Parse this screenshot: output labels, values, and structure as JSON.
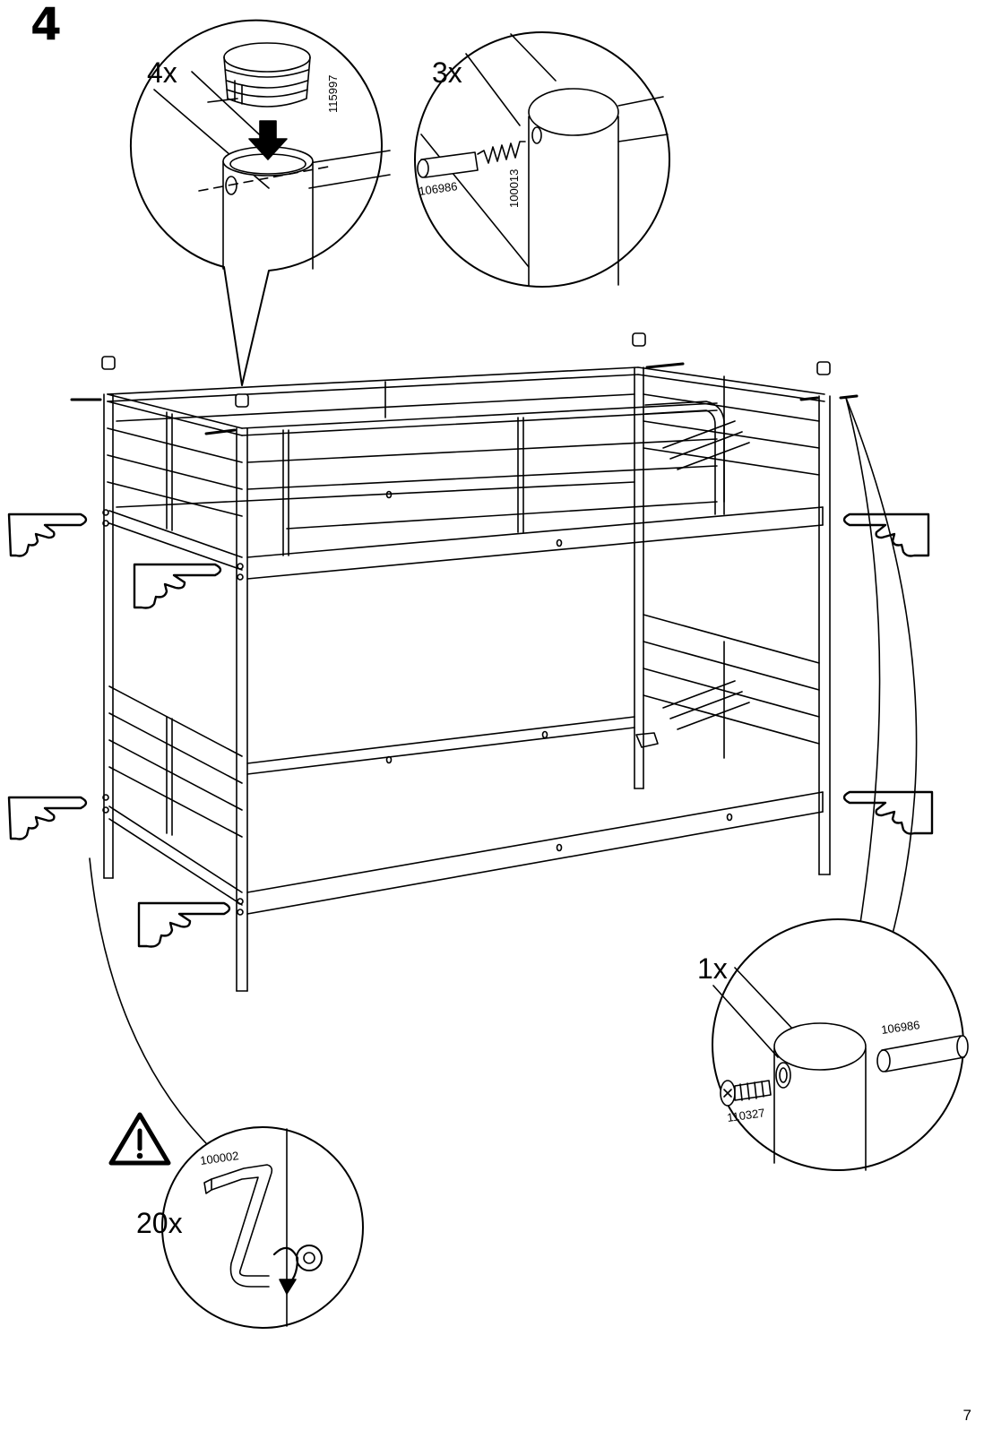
{
  "step": {
    "number": "4"
  },
  "page": {
    "number": "7"
  },
  "callouts": {
    "cap_insert": {
      "quantity": "4x",
      "part_number": "115997"
    },
    "pin_connector": {
      "quantity": "3x",
      "dowel_part": "106986",
      "bolt_part": "100013"
    },
    "single_connector": {
      "quantity": "1x",
      "dowel_part": "106986",
      "screw_part": "110327"
    },
    "tighten": {
      "quantity": "20x",
      "tool_part": "100002",
      "warning_icon": "warning-triangle-icon"
    }
  },
  "icons": [
    "pointing-hand-icon",
    "warning-triangle-icon",
    "down-arrow-icon",
    "allen-key-icon"
  ],
  "colors": {
    "ink": "#000000",
    "paper": "#ffffff"
  }
}
